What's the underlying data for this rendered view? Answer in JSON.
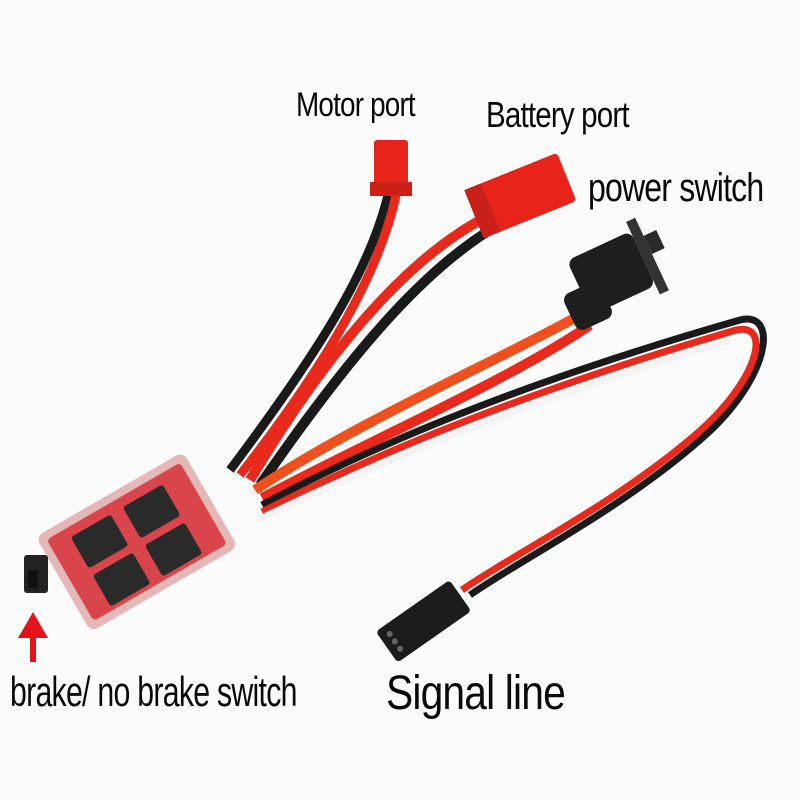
{
  "image": {
    "subject": "Brushed ESC speed controller with wires and connectors",
    "background_color": "#fbfbfb"
  },
  "labels": {
    "motor_port": "Motor port",
    "battery_port": "Battery port",
    "power_switch": "power switch",
    "brake_switch": "brake/ no brake switch",
    "signal_line": "Signal line"
  },
  "colors": {
    "wire_red": "#e8291c",
    "wire_orange": "#f0501e",
    "wire_black": "#1a1a1a",
    "wire_white": "#f4f4f4",
    "connector_red": "#e8231a",
    "board_red": "#d9454a",
    "chip_black": "#2a2a2a",
    "arrow_red": "#e5141c"
  }
}
